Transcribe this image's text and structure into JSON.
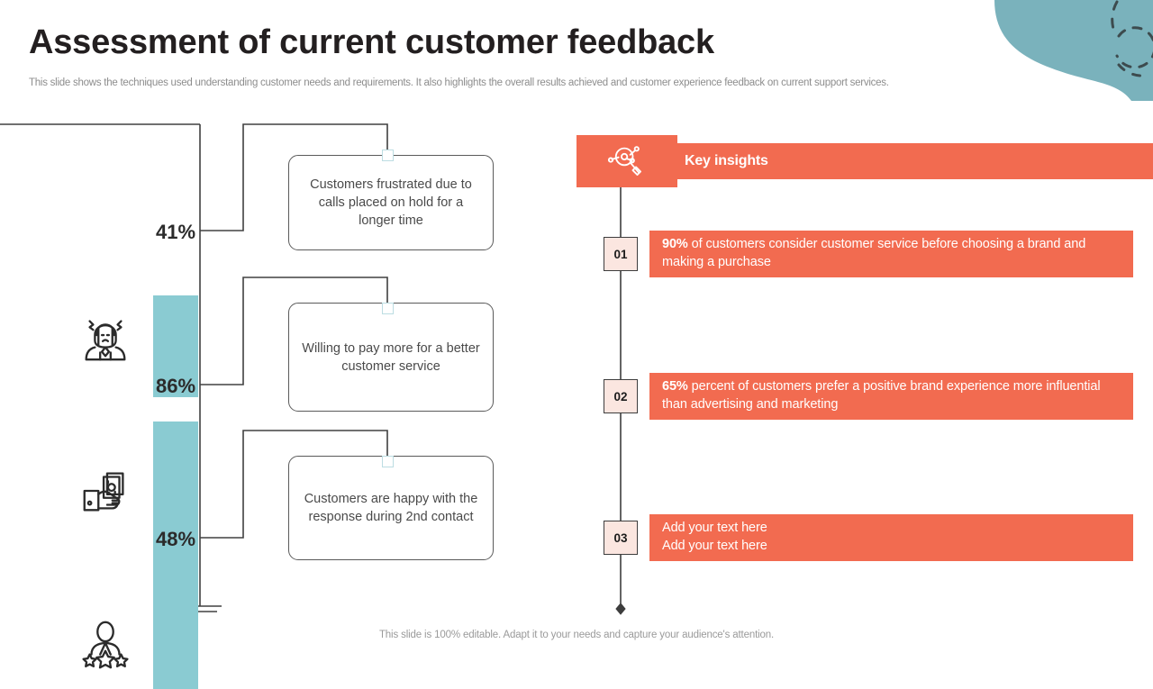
{
  "header": {
    "title": "Assessment of current customer feedback",
    "subtitle": "This slide shows the techniques used understanding customer needs and requirements. It also highlights the overall results achieved and customer experience feedback on current support services."
  },
  "colors": {
    "accent_orange": "#F26B50",
    "bar_teal": "#8ACBD2",
    "deco_teal": "#7AB2BC",
    "number_badge_bg": "#FBE6E0",
    "text_dark": "#231f20",
    "text_muted": "#8d8d8d"
  },
  "chart_data": {
    "type": "bar",
    "title": "",
    "xlabel": "",
    "ylabel": "",
    "categories": [
      "Customers frustrated due to calls placed on hold for a longer time",
      "Willing to pay more for a better customer service",
      "Customers are happy with the response during 2nd contact"
    ],
    "values": [
      41,
      86,
      48
    ],
    "value_labels": [
      "41%",
      "86%",
      "48%"
    ],
    "ylim": [
      0,
      100
    ],
    "grid": false,
    "legend": "none",
    "orientation": "vertical-stacked-axis"
  },
  "left_panel": {
    "items": [
      {
        "percent": "41%",
        "icon": "frustrated-person-icon",
        "description": "Customers frustrated due to calls placed on hold for a longer time"
      },
      {
        "percent": "86%",
        "icon": "hand-holding-money-icon",
        "description": "Willing to pay more for a better customer service"
      },
      {
        "percent": "48%",
        "icon": "customer-rating-stars-icon",
        "description": "Customers are happy with the response during 2nd contact"
      }
    ]
  },
  "right_panel": {
    "header_icon": "magnifier-analytics-icon",
    "header_label": "Key insights",
    "insights": [
      {
        "number": "01",
        "lead": "90%",
        "rest": " of customers consider customer service before choosing a brand and making a purchase",
        "line1": "90% of customers consider customer service before choosing a",
        "line2": "brand and making a purchase"
      },
      {
        "number": "02",
        "lead": "65%",
        "rest": " percent of customers prefer a positive brand experience more influential than advertising and marketing",
        "line1": "65% percent of customers prefer a positive brand experience",
        "line2": "more influential than advertising and marketing"
      },
      {
        "number": "03",
        "lead": "",
        "rest": "Add your text here Add your text here",
        "line1": "Add your text here",
        "line2": "Add your text here"
      }
    ]
  },
  "footer": {
    "note": "This slide is 100% editable. Adapt it to your needs and capture your audience's attention."
  }
}
